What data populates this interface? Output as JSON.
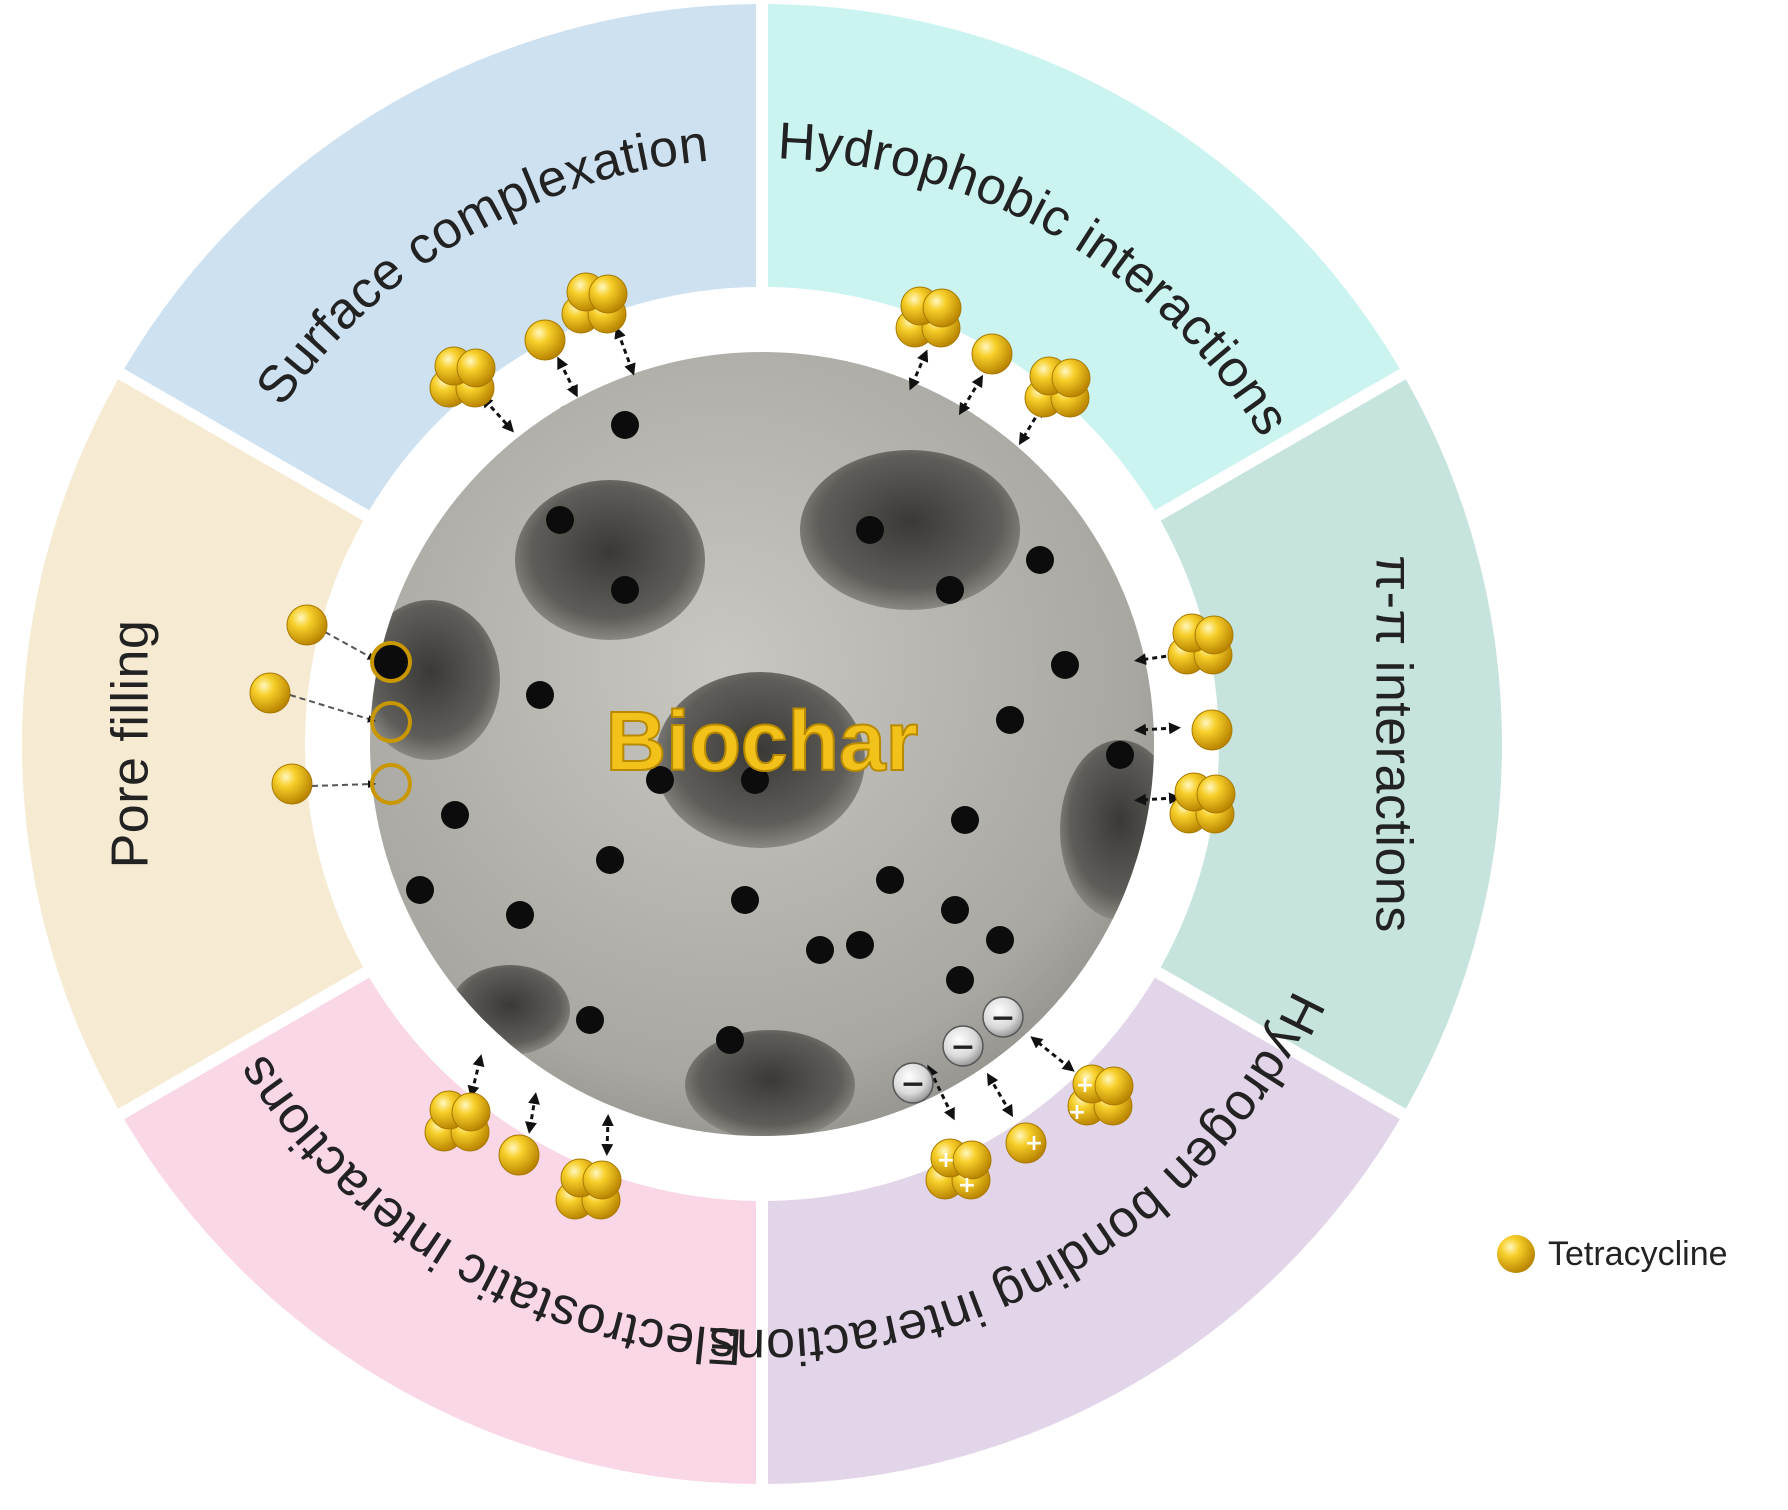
{
  "diagram": {
    "center_label": "Biochar",
    "segments": [
      {
        "id": "surface-complexation",
        "label": "Surface complexation",
        "color": "#cde1f1"
      },
      {
        "id": "hydrophobic-interactions",
        "label": "Hydrophobic interactions",
        "color": "#cbf4f1"
      },
      {
        "id": "pi-pi-interactions",
        "label": "π-π interactions",
        "color": "#c6e4dd"
      },
      {
        "id": "electrostatic-interactions",
        "label": "Electrostatic interactions",
        "color": "#e3d5e9"
      },
      {
        "id": "hydrogen-bonding-interactions",
        "label": "Hydrogen bonding interactions",
        "color": "#fad7e6"
      },
      {
        "id": "pore-filling",
        "label": "Pore filling",
        "color": "#f6ebd2"
      }
    ],
    "legend": {
      "label": "Tetracycline",
      "color": "#f2c21b"
    },
    "charges": {
      "negative": "−",
      "positive": "+"
    }
  }
}
